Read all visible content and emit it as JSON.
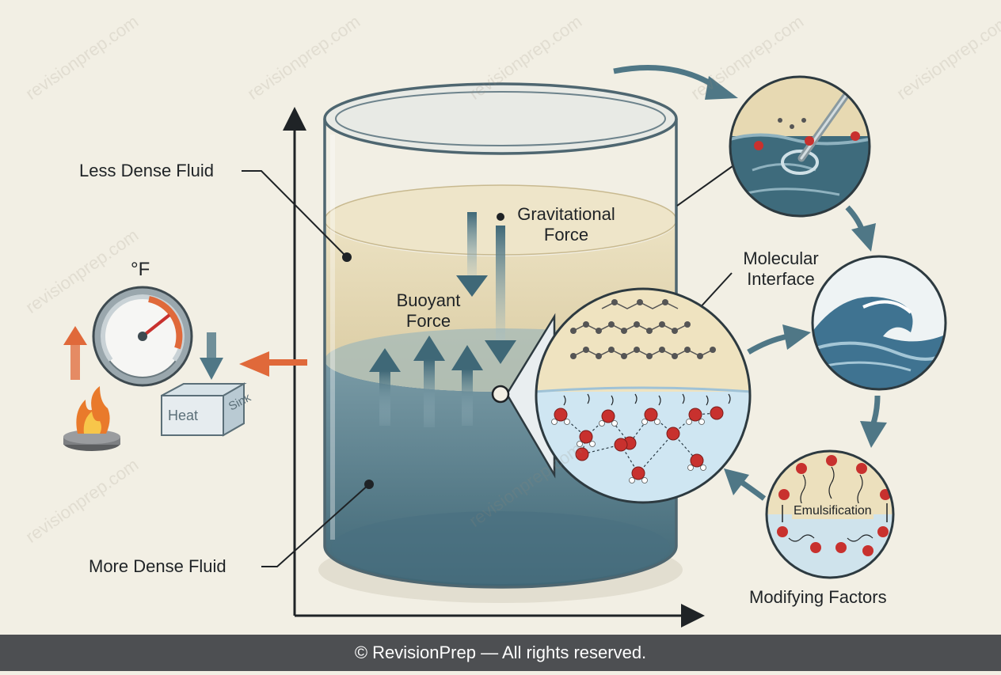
{
  "labels": {
    "less_dense": "Less Dense Fluid",
    "more_dense": "More Dense Fluid",
    "gravitational_1": "Gravitational",
    "gravitational_2": "Force",
    "buoyant_1": "Buoyant",
    "buoyant_2": "Force",
    "molecular_1": "Molecular",
    "molecular_2": "Interface",
    "fahrenheit": "°F",
    "heat": "Heat",
    "sink": "Sink",
    "emulsification": "Emulsification",
    "modifying": "Modifying Factors"
  },
  "footer": "© RevisionPrep — All rights reserved.",
  "watermark": "revisionprep.com",
  "colors": {
    "background": "#f2efe4",
    "light_fluid": "#e3d7b4",
    "dense_fluid": "#5c8494",
    "arrow_blue": "#4f7786",
    "arrow_orange": "#e0693a",
    "molecule_red": "#c8312e"
  }
}
